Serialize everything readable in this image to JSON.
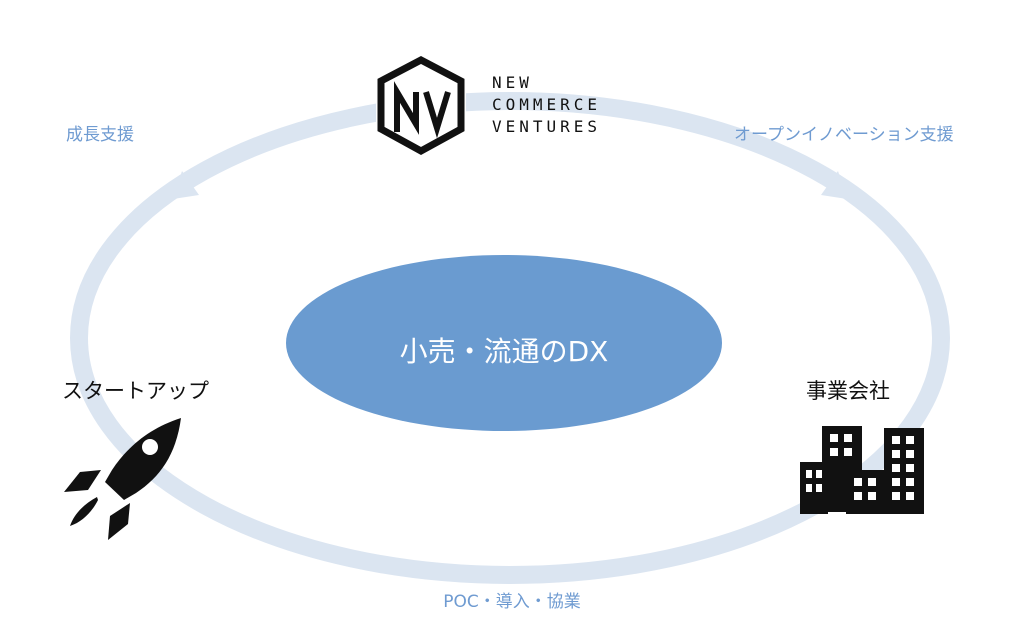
{
  "colors": {
    "ring": "#dbe5f1",
    "hub": "#6a9bd0",
    "label": "#6f9bd1",
    "text_dark": "#111111",
    "hub_text": "#ffffff"
  },
  "logo": {
    "icon": "nv-hexagon-logo-icon",
    "lines": [
      "NEW",
      "COMMERCE",
      "VENTURES"
    ]
  },
  "center": {
    "label": "小売・流通のDX"
  },
  "cycle": {
    "left_label": "成長支援",
    "right_label": "オープンイノベーション支援",
    "bottom_label": "POC・導入・協業"
  },
  "nodes": {
    "startup": {
      "title": "スタートアップ",
      "icon": "rocket-icon"
    },
    "business": {
      "title": "事業会社",
      "icon": "buildings-icon"
    }
  }
}
